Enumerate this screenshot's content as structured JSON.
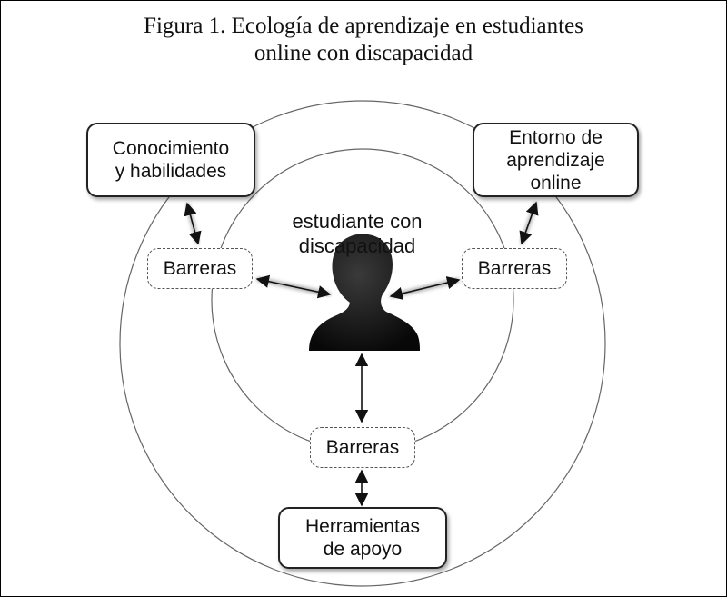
{
  "title": {
    "line1": "Figura 1. Ecología de aprendizaje en estudiantes",
    "line2": "online con discapacidad"
  },
  "center": {
    "line1": "estudiante con",
    "line2": "discapacidad",
    "icon": "person-silhouette-icon"
  },
  "nodes": {
    "knowledge": {
      "line1": "Conocimiento",
      "line2": "y habilidades"
    },
    "environment": {
      "line1": "Entorno de",
      "line2": "aprendizaje",
      "line3": "online"
    },
    "tools": {
      "line1": "Herramientas",
      "line2": "de apoyo"
    }
  },
  "barriers": {
    "left": "Barreras",
    "right": "Barreras",
    "bottom": "Barreras"
  },
  "colors": {
    "stroke": "#222222",
    "silhouette": "#0d0d0d",
    "circle": "#555555"
  }
}
